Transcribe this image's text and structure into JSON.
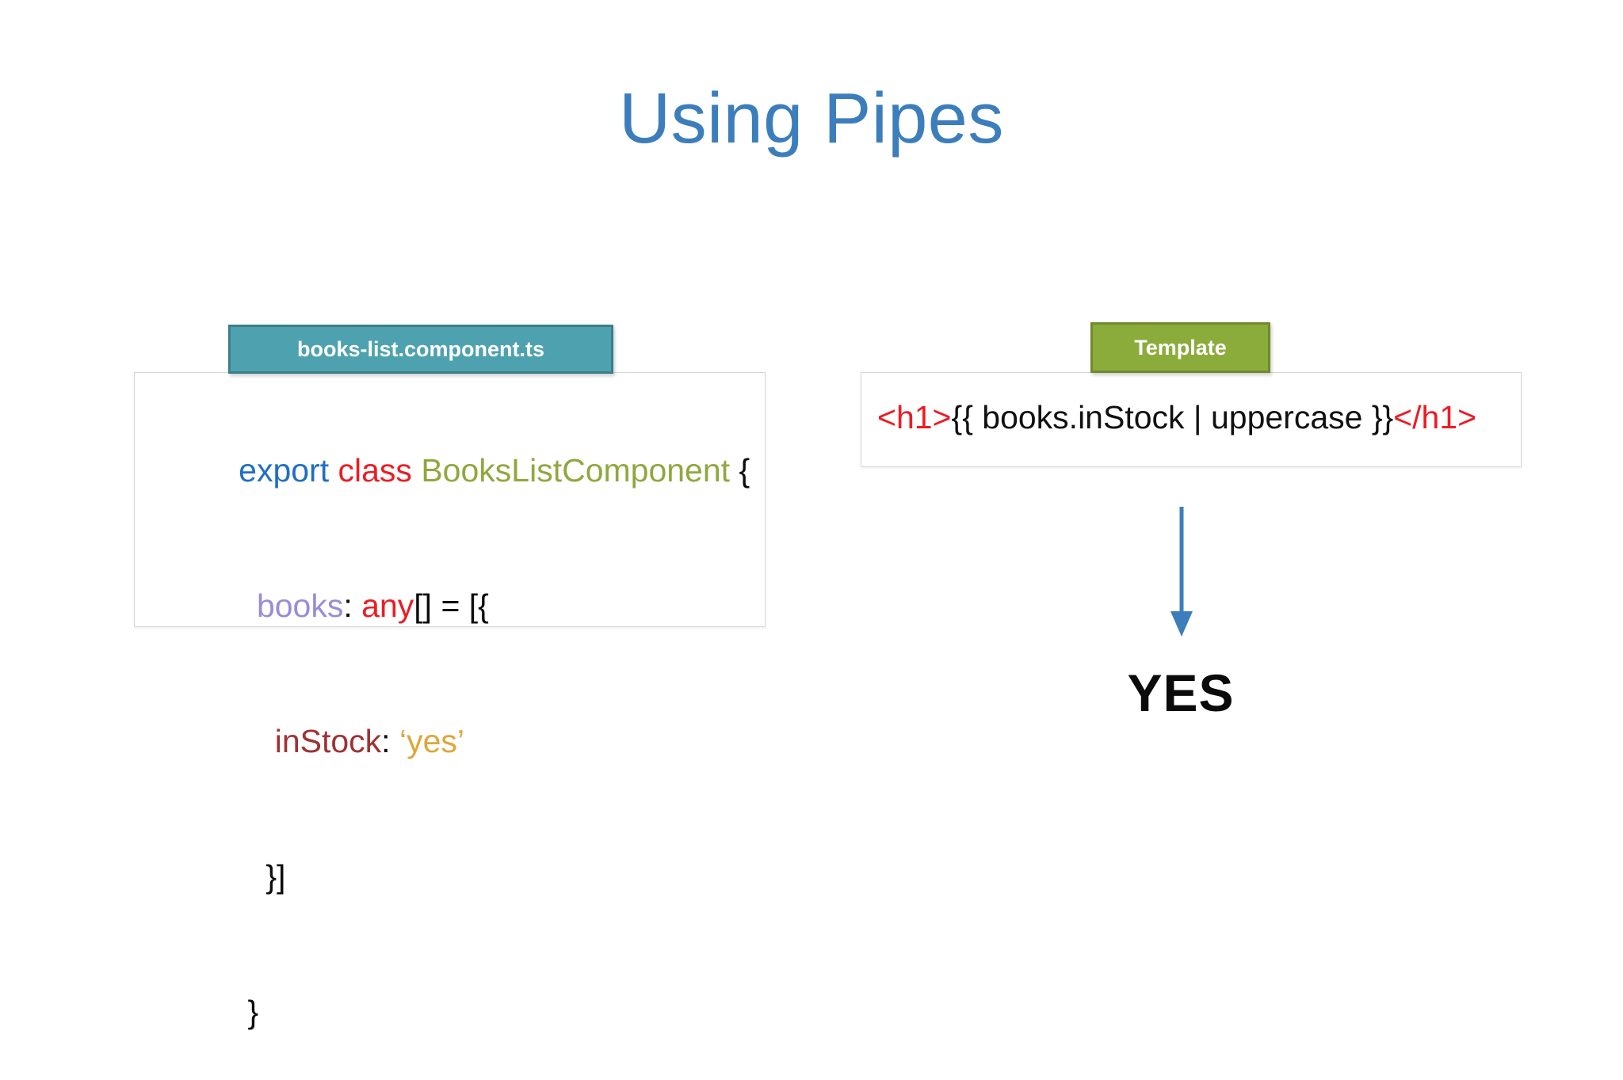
{
  "slide": {
    "title": "Using Pipes",
    "title_color": "#3C7EBC",
    "background": "#FFFFFF"
  },
  "component_panel": {
    "tab_label": "books-list.component.ts",
    "tab_fill": "#4EA2AF",
    "tab_border": "#3B7F8B",
    "code_lines": [
      {
        "tokens": [
          {
            "text": "export",
            "kind": "keyword",
            "color": "#1F6FC4"
          },
          {
            "text": " ",
            "kind": "space",
            "color": "#000000"
          },
          {
            "text": "class",
            "kind": "keyword",
            "color": "#ED1C24"
          },
          {
            "text": " ",
            "kind": "space",
            "color": "#000000"
          },
          {
            "text": "BooksListComponent",
            "kind": "classname",
            "color": "#8FA83E"
          },
          {
            "text": " {",
            "kind": "punct",
            "color": "#0D0D0D"
          }
        ]
      },
      {
        "tokens": [
          {
            "text": "  ",
            "kind": "space",
            "color": "#000000"
          },
          {
            "text": "books",
            "kind": "property",
            "color": "#9A8CD6"
          },
          {
            "text": ": ",
            "kind": "punct",
            "color": "#0D0D0D"
          },
          {
            "text": "any",
            "kind": "type",
            "color": "#ED1C24"
          },
          {
            "text": "[] = [{",
            "kind": "punct",
            "color": "#0D0D0D"
          }
        ]
      },
      {
        "tokens": [
          {
            "text": "    ",
            "kind": "space",
            "color": "#000000"
          },
          {
            "text": "inStock",
            "kind": "key",
            "color": "#9E3235"
          },
          {
            "text": ": ",
            "kind": "punct",
            "color": "#0D0D0D"
          },
          {
            "text": "‘yes’",
            "kind": "string",
            "color": "#DDA738"
          }
        ]
      },
      {
        "tokens": [
          {
            "text": "   }]",
            "kind": "punct",
            "color": "#0D0D0D"
          }
        ]
      },
      {
        "tokens": [
          {
            "text": " }",
            "kind": "punct",
            "color": "#0D0D0D"
          }
        ]
      }
    ]
  },
  "template_panel": {
    "tab_label": "Template",
    "tab_fill": "#8BAB3B",
    "tab_border": "#6E8B2C",
    "code_line": {
      "open_tag": "<h1>",
      "interpolation": "{{ books.inStock | uppercase }}",
      "close_tag": "</h1>",
      "tag_color": "#ED1C24",
      "interpolation_color": "#111111"
    }
  },
  "flow": {
    "arrow_icon": "arrow-down-icon",
    "arrow_color": "#3C7EBC",
    "output_text": "YES",
    "output_color": "#0B0B0B"
  }
}
